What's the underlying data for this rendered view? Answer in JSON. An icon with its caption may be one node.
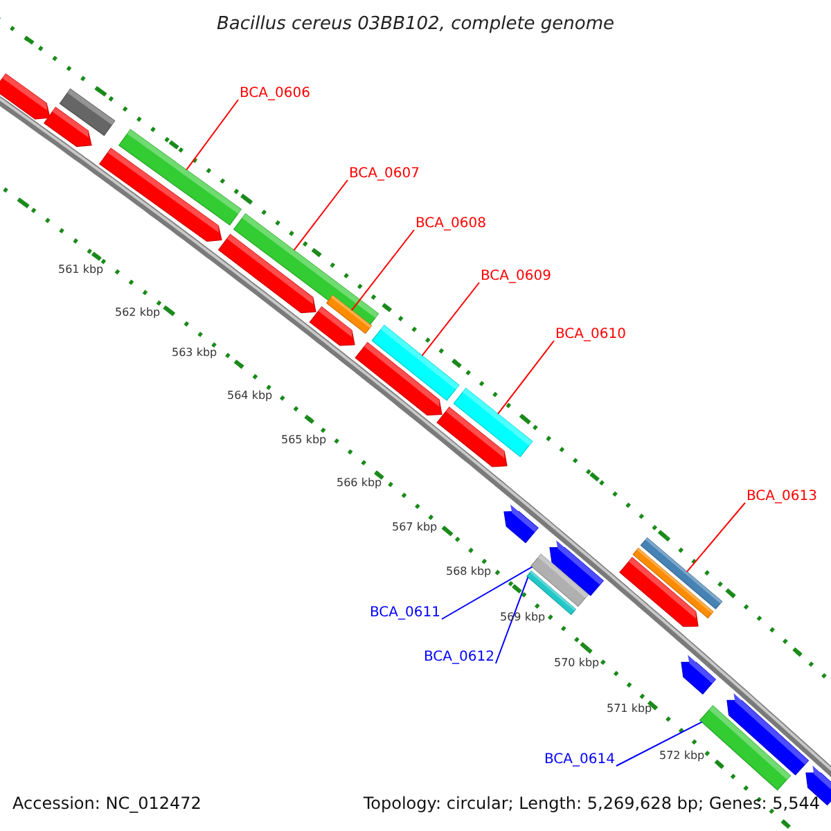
{
  "diagram": {
    "title": "Bacillus cereus 03BB102, complete genome",
    "nodes": [
      {
        "text": [
          "BCA_0606"
        ]
      },
      {
        "text": [],
        "shape": "bar"
      },
      {
        "text": [
          "BCA_0607"
        ]
      },
      {
        "text": [],
        "shape": "bar"
      },
      {
        "text": [
          "BCA_0608"
        ]
      },
      {
        "text": [],
        "shape": "bar"
      },
      {
        "text": [
          "BCA_0609"
        ]
      },
      {
        "text": [],
        "shape": "bar"
      },
      {
        "text": [
          "BCA_0610"
        ]
      },
      {
        "text": [],
        "shape": "bar"
      },
      {
        "text": [
          "BCA_0613"
        ]
      },
      {
        "text": [],
        "shape": "bar"
      },
      {
        "text": [
          "BCA_0611"
        ]
      },
      {
        "text": [],
        "shape": "bar"
      },
      {
        "text": [
          "BCA_0612"
        ]
      },
      {
        "text": [],
        "shape": "bar"
      },
      {
        "text": [
          "BCA_0614"
        ]
      },
      {
        "text": [],
        "shape": "bar"
      }
    ],
    "edges": [
      {
        "from": 0,
        "to": 1,
        "arrow": "none"
      },
      {
        "from": 2,
        "to": 3,
        "arrow": "none"
      },
      {
        "from": 4,
        "to": 5,
        "arrow": "none"
      },
      {
        "from": 6,
        "to": 7,
        "arrow": "none"
      },
      {
        "from": 8,
        "to": 9,
        "arrow": "none"
      },
      {
        "from": 10,
        "to": 11,
        "arrow": "none"
      },
      {
        "from": 12,
        "to": 13,
        "arrow": "none",
        "color": "#0000ff"
      },
      {
        "from": 14,
        "to": 15,
        "arrow": "none",
        "color": "#0000ff"
      },
      {
        "from": 16,
        "to": 17,
        "arrow": "none",
        "color": "#0000ff"
      }
    ],
    "labels": [
      "561 kbp",
      "562 kbp",
      "563 kbp",
      "564 kbp",
      "565 kbp",
      "566 kbp",
      "567 kbp",
      "568 kbp",
      "569 kbp",
      "570 kbp",
      "571 kbp",
      "572 kbp",
      "Accession: NC_012472",
      "Topology: circular; Length: 5,269,628 bp; Genes: 5,544"
    ]
  }
}
